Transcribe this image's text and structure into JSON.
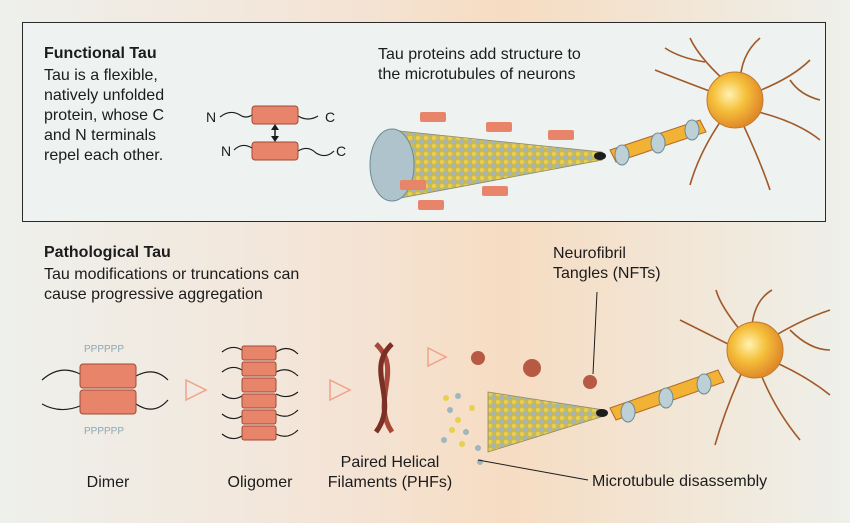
{
  "functional": {
    "title": "Functional Tau",
    "desc_lines": [
      "Tau is a flexible,",
      "natively unfolded",
      "protein, whose C",
      "and N terminals",
      "repel each other."
    ],
    "callout_lines": [
      "Tau proteins add structure to",
      "the microtubules of neurons"
    ],
    "n_label": "N",
    "c_label": "C"
  },
  "pathological": {
    "title": "Pathological Tau",
    "desc_lines": [
      "Tau modifications or truncations can",
      "cause progressive aggregation"
    ],
    "phospho_label": "PPPPPP",
    "nft_lines": [
      "Neurofibril",
      "Tangles (NFTs)"
    ],
    "stages": {
      "dimer": "Dimer",
      "oligomer": "Oligomer",
      "phf_lines": [
        "Paired Helical",
        "Filaments (PHFs)"
      ]
    },
    "disassembly": "Microtubule disassembly"
  },
  "colors": {
    "tau_block": "#e8846a",
    "panel_bg": "#eef2f0",
    "microtubule_yellow": "#e6c84a",
    "microtubule_blue": "#9fb6bf",
    "neuron": "#f2b233",
    "arrow": "#f0a28a"
  }
}
